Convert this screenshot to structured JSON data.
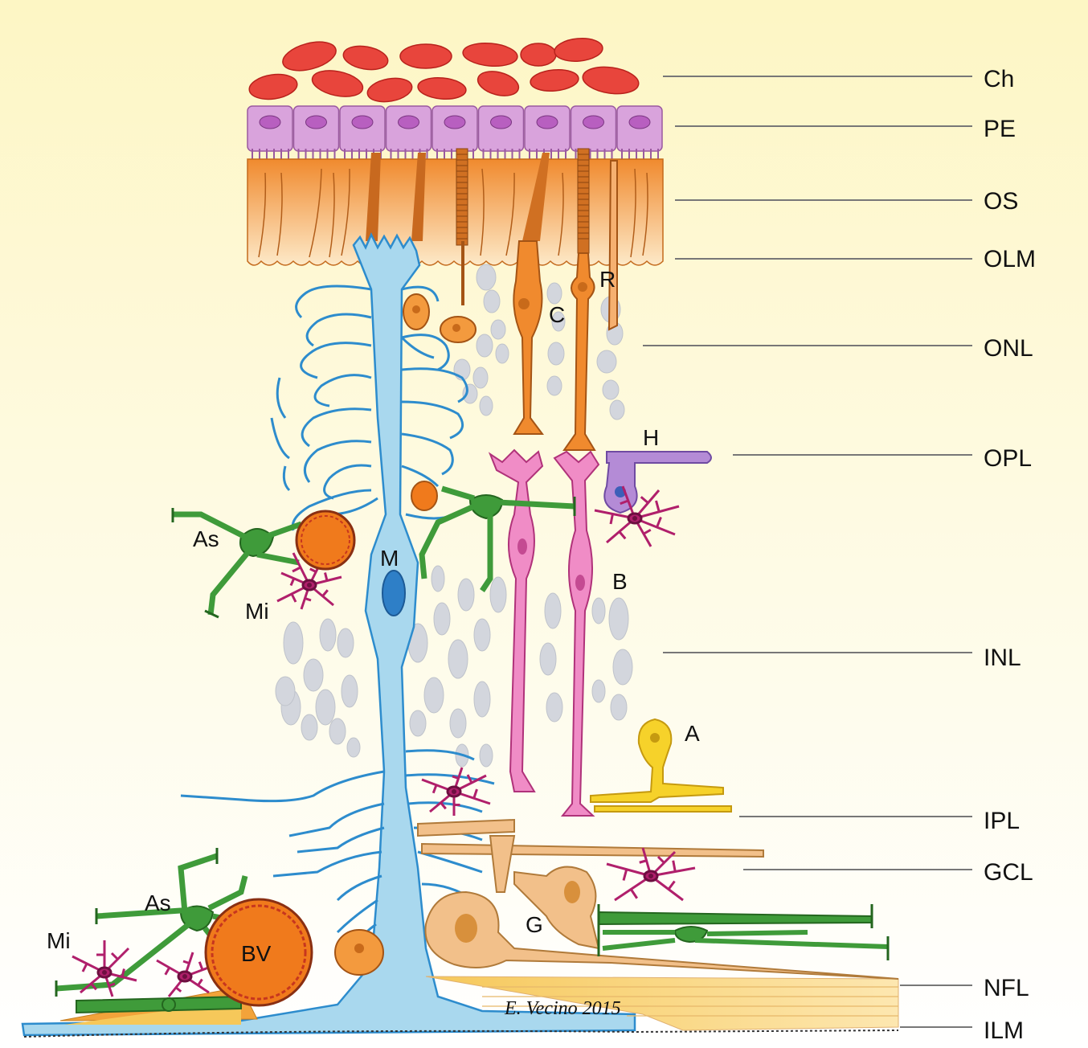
{
  "colors": {
    "background_top": "#fdf7c8",
    "background_bottom": "#ffffff",
    "choroid_cell": "#e8453c",
    "pigment_epithelium": "#d9a3dc",
    "outer_segments": "#f3a35a",
    "photoreceptor": "#f08a2e",
    "muller_glia": "#a9d8ee",
    "muller_outline": "#2d8ccd",
    "astrocyte": "#3f9b3a",
    "microglia": "#b01f6b",
    "bipolar": "#f08cc6",
    "horizontal": "#b48bd6",
    "amacrine": "#f6d22a",
    "ganglion": "#f2c08a",
    "blood_vessel": "#f07a1c",
    "nuclei": "#d3d6dd"
  },
  "layers": [
    {
      "label": "Ch"
    },
    {
      "label": "PE"
    },
    {
      "label": "OS"
    },
    {
      "label": "OLM"
    },
    {
      "label": "ONL"
    },
    {
      "label": "OPL"
    },
    {
      "label": "INL"
    },
    {
      "label": "IPL"
    },
    {
      "label": "GCL"
    },
    {
      "label": "NFL"
    },
    {
      "label": "ILM"
    }
  ],
  "cells": {
    "cone": "C",
    "rod": "R",
    "horizontal": "H",
    "bipolar": "B",
    "muller": "M",
    "astrocyte_upper": "As",
    "astrocyte_lower": "As",
    "microglia_upper": "Mi",
    "microglia_lower": "Mi",
    "amacrine": "A",
    "ganglion": "G",
    "blood_vessel": "BV"
  },
  "signature": "E. Vecino 2015",
  "icons": [
    "leader-line",
    "cell-shape"
  ]
}
